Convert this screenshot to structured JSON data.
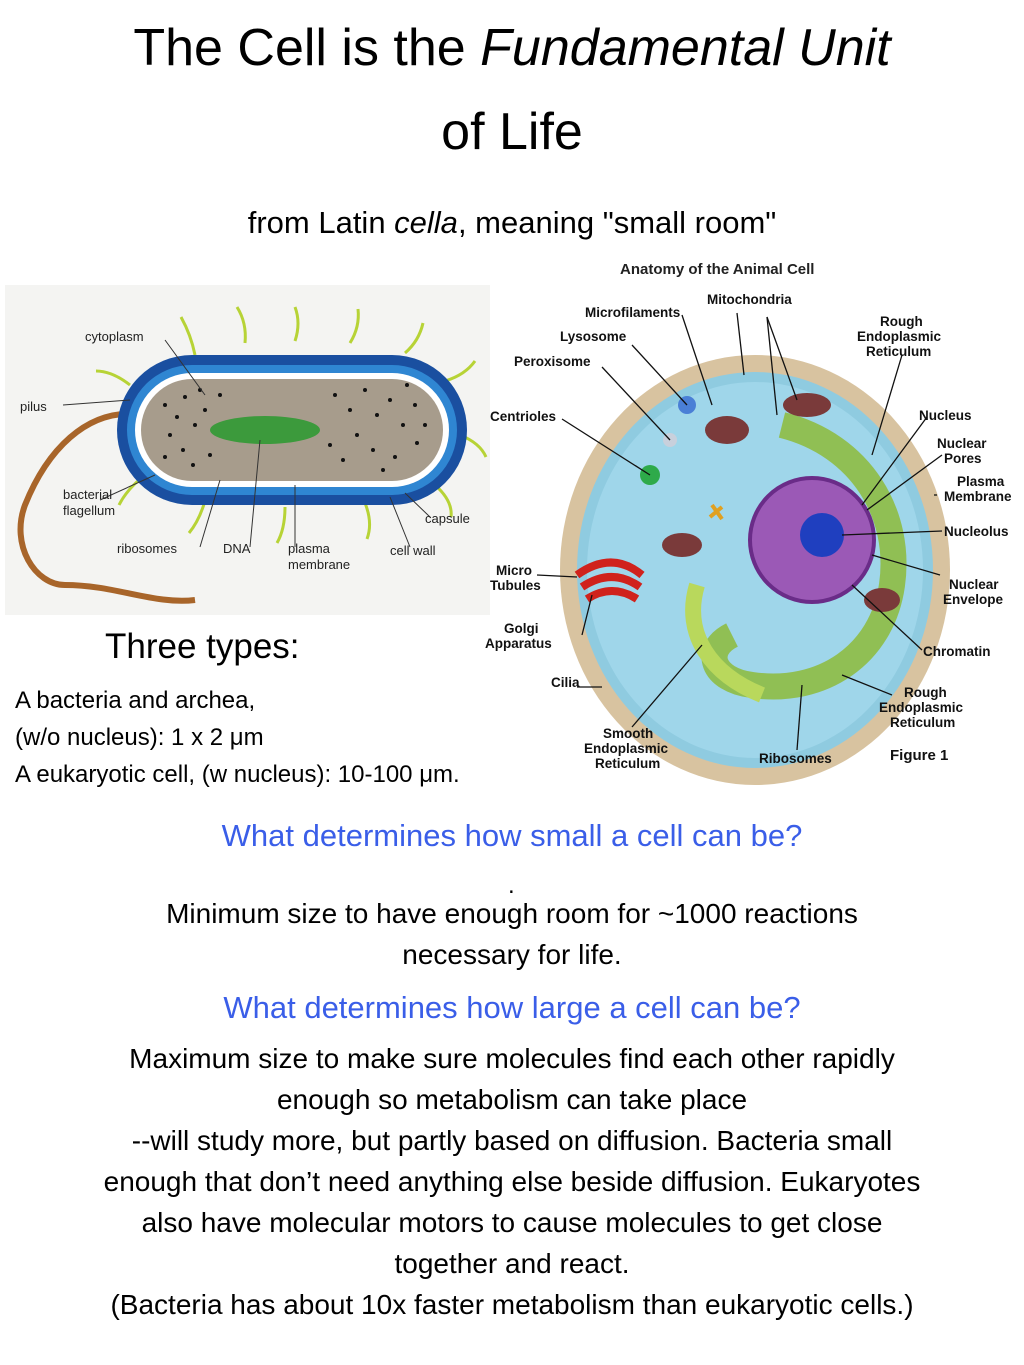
{
  "title": {
    "line1_pre": "The Cell is the ",
    "line1_em": "Fundamental Unit",
    "line2": "of Life"
  },
  "subtitle": {
    "pre": "from Latin ",
    "em": "cella",
    "post": ", meaning \"small room\""
  },
  "bacteria_diagram": {
    "labels": {
      "cytoplasm": "cytoplasm",
      "pilus": "pilus",
      "flagellum_1": "bacterial",
      "flagellum_2": "flagellum",
      "ribosomes": "ribosomes",
      "dna": "DNA",
      "plasma_1": "plasma",
      "plasma_2": "membrane",
      "capsule": "capsule",
      "cell_wall": "cell wall"
    }
  },
  "animal_cell_diagram": {
    "title": "Anatomy of the Animal Cell",
    "labels": {
      "mitochondria": "Mitochondria",
      "microfilaments": "Microfilaments",
      "lysosome": "Lysosome",
      "peroxisome": "Peroxisome",
      "centrioles": "Centrioles",
      "rer_top_1": "Rough",
      "rer_top_2": "Endoplasmic",
      "rer_top_3": "Reticulum",
      "nucleus": "Nucleus",
      "nuclear_pores_1": "Nuclear",
      "nuclear_pores_2": "Pores",
      "plasma_1": "Plasma",
      "plasma_2": "Membrane",
      "nucleolus": "Nucleolus",
      "micro_1": "Micro",
      "micro_2": "Tubules",
      "nuclear_env_1": "Nuclear",
      "nuclear_env_2": "Envelope",
      "golgi_1": "Golgi",
      "golgi_2": "Apparatus",
      "chromatin": "Chromatin",
      "cilia": "Cilia",
      "rer_bot_1": "Rough",
      "rer_bot_2": "Endoplasmic",
      "rer_bot_3": "Reticulum",
      "ser_1": "Smooth",
      "ser_2": "Endoplasmic",
      "ser_3": "Reticulum",
      "ribosomes": "Ribosomes",
      "figure": "Figure 1"
    }
  },
  "types": {
    "heading": "Three types:",
    "line1": "A bacteria and archea,",
    "line2": "(w/o nucleus): 1 x 2 μm",
    "line3": "A eukaryotic cell, (w nucleus): 10-100 μm."
  },
  "question1": "What determines how small a cell can be?",
  "dot": ".",
  "answer1": {
    "line1": "Minimum size to have enough room for ~1000 reactions",
    "line2": "necessary for life."
  },
  "question2": "What determines how large a cell can be?",
  "answer2": {
    "line1": "Maximum size to make sure molecules find each other rapidly",
    "line2": "enough so metabolism can take place",
    "line3": "--will study more, but partly based on diffusion. Bacteria small",
    "line4": "enough that don’t need anything else beside diffusion. Eukaryotes",
    "line5": "also have molecular motors to cause molecules to get close",
    "line6": "together and react.",
    "line7": "(Bacteria has about 10x faster metabolism than eukaryotic cells.)"
  },
  "colors": {
    "question": "#3a5ee8"
  }
}
